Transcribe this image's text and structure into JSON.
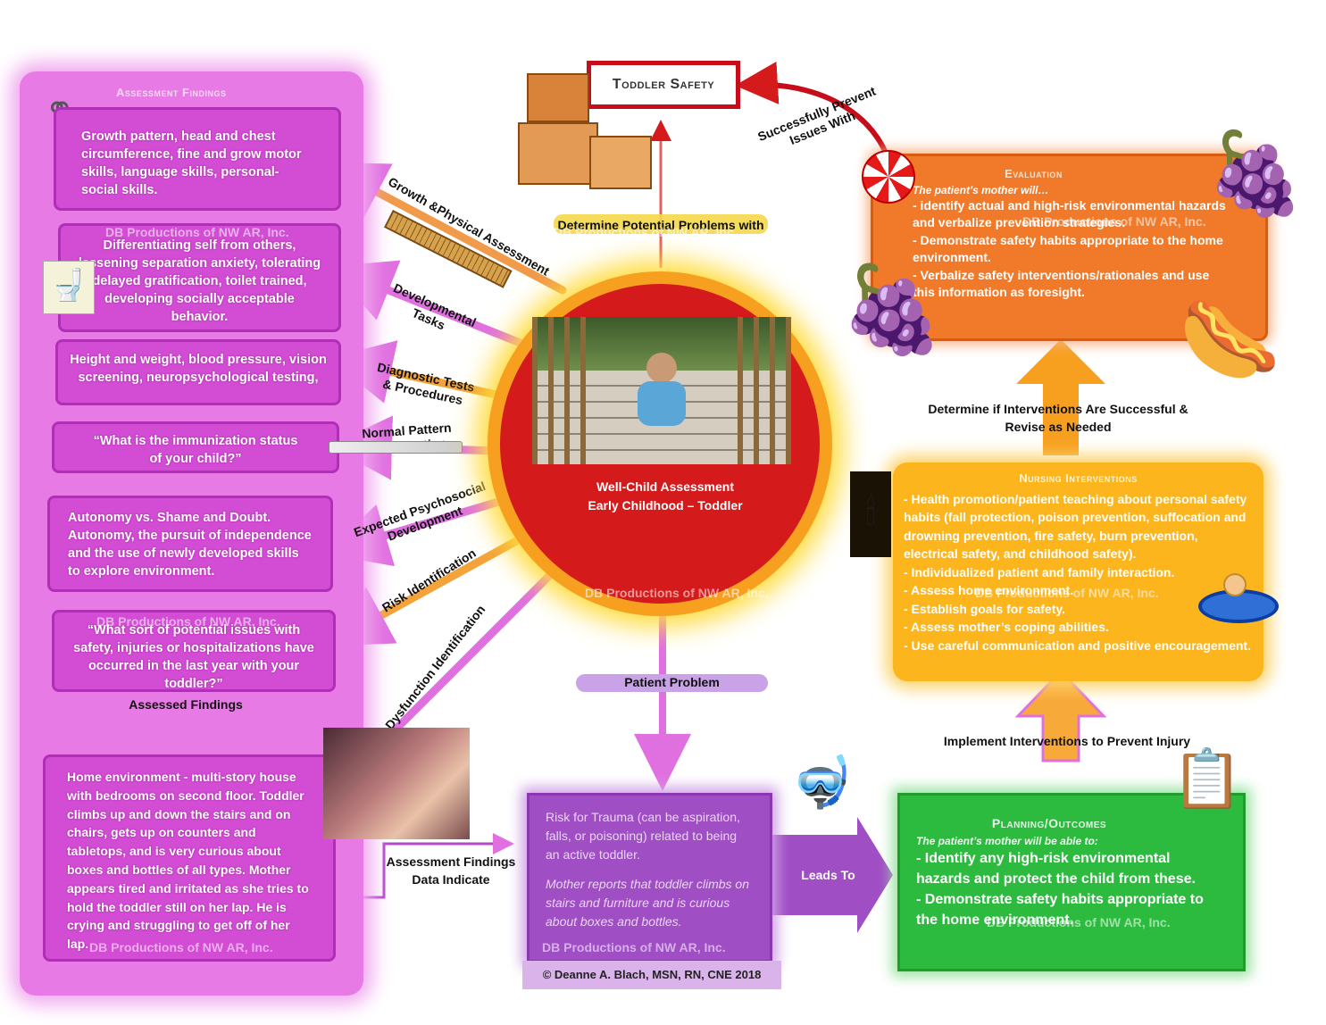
{
  "title": "Toddler Safety",
  "center": {
    "line1": "Well-Child Assessment",
    "line2": "Early Childhood – Toddler"
  },
  "left_column": {
    "header": "Assessment Findings",
    "boxes": [
      "Growth pattern, head and chest circumference, fine and grow motor skills, language skills, personal-social skills.",
      "Differentiating self from others, lessening separation anxiety, tolerating delayed gratification, toilet trained, developing socially acceptable behavior.",
      "Height and weight, blood pressure, vision screening, neuropsychological testing,",
      "“What is the immunization status of your child?”",
      "Autonomy vs. Shame and Doubt. Autonomy, the pursuit of independence and the use of newly developed skills to explore environment.",
      "“What sort of potential issues with safety, injuries or hospitalizations have occurred in the last year with your toddler?”"
    ],
    "assessed_label": "Assessed Findings",
    "bottom_box": "Home environment - multi-story house with bedrooms on second floor. Toddler climbs up and down the stairs and on chairs, gets up on counters and tabletops, and is very curious about boxes and bottles of all types. Mother appears tired and irritated as she tries to hold the toddler still on her lap. He is crying and struggling to get off of her lap."
  },
  "spokes": [
    "Growth &Physical Assessment",
    "Developmental Tasks",
    "Diagnostic Tests & Procedures",
    "Normal Pattern Identification",
    "Expected Psychosocial Development",
    "Risk Identification",
    "Dysfunction Identification"
  ],
  "top_labels": {
    "determine_potential": "Determine Potential Problems with",
    "prevent": "Successfully Prevent Issues With"
  },
  "evaluation": {
    "title": "Evaluation",
    "intro": "The patient’s mother will…",
    "items": [
      "- identify actual and high-risk environmental hazards and verbalize prevention strategies.",
      "- Demonstrate safety habits appropriate to the home environment.",
      "- Verbalize safety interventions/rationales and use this information as foresight."
    ]
  },
  "determine_success": "Determine if Interventions Are Successful & Revise as Needed",
  "nursing": {
    "title": "Nursing Interventions",
    "items": [
      "- Health promotion/patient teaching about personal safety habits (fall protection, poison prevention, suffocation and drowning prevention, fire safety, burn prevention, electrical safety, and childhood safety).",
      "- Individualized patient and family interaction.",
      "- Assess home environment.",
      "- Establish goals for safety.",
      "- Assess mother’s coping abilities.",
      "- Use careful communication and positive encouragement."
    ]
  },
  "implement": "Implement Interventions to Prevent Injury",
  "planning": {
    "title": "Planning/Outcomes",
    "intro": "The patient’s mother will be able to:",
    "items": [
      "- Identify any high-risk environmental hazards and protect the child from these.",
      "- Demonstrate safety habits appropriate to the home environment."
    ]
  },
  "patient_problem": "Patient Problem",
  "risk": {
    "line1": "Risk for Trauma (can be aspiration, falls, or poisoning) related to being an active toddler.",
    "line2": "Mother reports that toddler climbs on stairs and furniture and is curious about boxes and bottles."
  },
  "leads_to": "Leads To",
  "assessment_indicate": "Assessment Findings Data Indicate",
  "copyright": "© Deanne A. Blach, MSN, RN, CNE 2018",
  "watermark": "DB Productions of NW AR, Inc.",
  "colors": {
    "pink": "#d24cd4",
    "orange": "#f07a2a",
    "yellow": "#fdb51d",
    "green": "#2dbb3f",
    "purple": "#a04ec4",
    "red": "#d41a1a"
  }
}
